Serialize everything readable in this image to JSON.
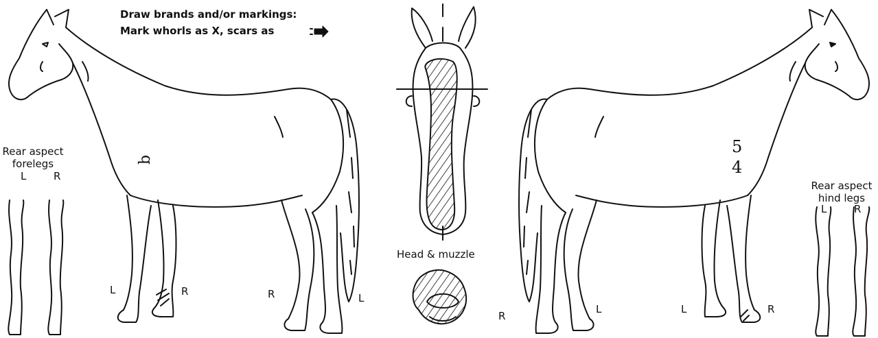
{
  "instructions": {
    "line1": "Draw brands and/or markings:",
    "line2": "Mark whorls as X, scars as"
  },
  "forelegs": {
    "title_line1": "Rear aspect",
    "title_line2": "forelegs",
    "left": "L",
    "right": "R"
  },
  "hindlegs": {
    "title_line1": "Rear aspect",
    "title_line2": "hind legs",
    "left": "L",
    "right": "R"
  },
  "head_caption": "Head & muzzle",
  "left_horse": {
    "leg_labels": [
      "L",
      "R",
      "R",
      "L"
    ],
    "mark": "b"
  },
  "right_horse": {
    "leg_labels": [
      "R",
      "L",
      "L",
      "R"
    ],
    "mark_line1": "5",
    "mark_line2": "4"
  },
  "colors": {
    "ink": "#111111",
    "background": "#ffffff"
  }
}
